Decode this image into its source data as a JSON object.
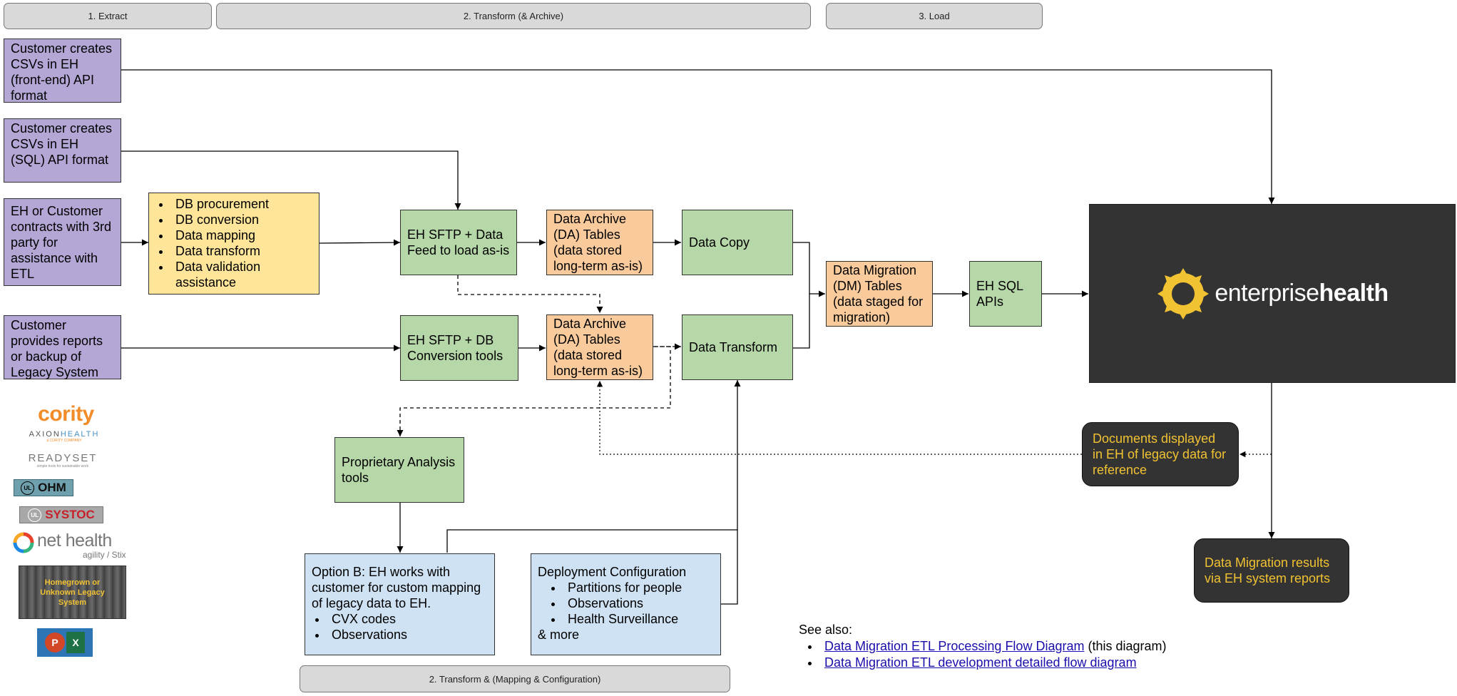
{
  "phases": {
    "extract": "1. Extract",
    "transform_archive": "2. Transform (& Archive)",
    "load": "3. Load",
    "transform_mapping": "2. Transform & (Mapping & Configuration)"
  },
  "sources": {
    "csv_frontend": "Customer creates CSVs in EH (front-end) API format",
    "csv_sql": "Customer creates CSVs in EH (SQL) API format",
    "third_party": "EH or Customer contracts with 3rd party for assistance with ETL",
    "reports_backup": "Customer provides reports or backup of Legacy System"
  },
  "third_party_services": {
    "items": [
      "DB procurement",
      "DB conversion",
      "Data mapping",
      "Data transform",
      "Data validation assistance"
    ]
  },
  "steps": {
    "sftp_feed": "EH SFTP + Data Feed to load as-is",
    "sftp_db": "EH SFTP + DB Conversion tools",
    "archive_1": "Data Archive (DA) Tables (data stored long-term as-is)",
    "archive_2": "Data Archive (DA) Tables (data stored long-term as-is)",
    "data_copy": "Data Copy",
    "data_transform": "Data Transform",
    "migration_tables": "Data Migration (DM) Tables (data staged for migration)",
    "sql_apis": "EH SQL APIs",
    "analysis_tools": "Proprietary Analysis tools"
  },
  "option_b": {
    "text": "Option B: EH works with customer for custom mapping of legacy data to EH.",
    "items": [
      "CVX codes",
      "Observations"
    ]
  },
  "deployment": {
    "title": "Deployment Configuration",
    "items": [
      "Partitions for people",
      "Observations",
      "Health Surveillance"
    ],
    "more": "& more"
  },
  "target": {
    "logo_light": "enterprise",
    "logo_bold": "health"
  },
  "outputs": {
    "documents": "Documents displayed in EH of legacy data for reference",
    "reports": "Data Migration results via EH system reports"
  },
  "legacy_logos": {
    "cority": "cority",
    "axion_a": "AXION",
    "axion_b": "HEALTH",
    "axion_sub": "a CORITY COMPANY",
    "readyset": "READYSET",
    "readyset_sub": "simple tools for sustainable work",
    "ohm_mark": "UL",
    "ohm": "OHM",
    "systoc_mark": "UL",
    "systoc": "SYSTOC",
    "nethealth": "net health",
    "nethealth_sub": "agility / Stix",
    "homegrown": "Homegrown or Unknown Legacy System",
    "office_a": "P",
    "office_b": "X"
  },
  "see_also": {
    "heading": "See also:",
    "link1": "Data Migration ETL Processing Flow Diagram",
    "link1_note": " (this diagram)",
    "link2": "Data Migration ETL development detailed flow diagram"
  },
  "colors": {
    "purple": "#b4a7d6",
    "yellow": "#ffe599",
    "green": "#b6d7a8",
    "orange": "#f9cb9c",
    "blue": "#cfe2f3",
    "dark": "#333333",
    "gold_text": "#f1c232",
    "phase": "#d9d9d9"
  }
}
